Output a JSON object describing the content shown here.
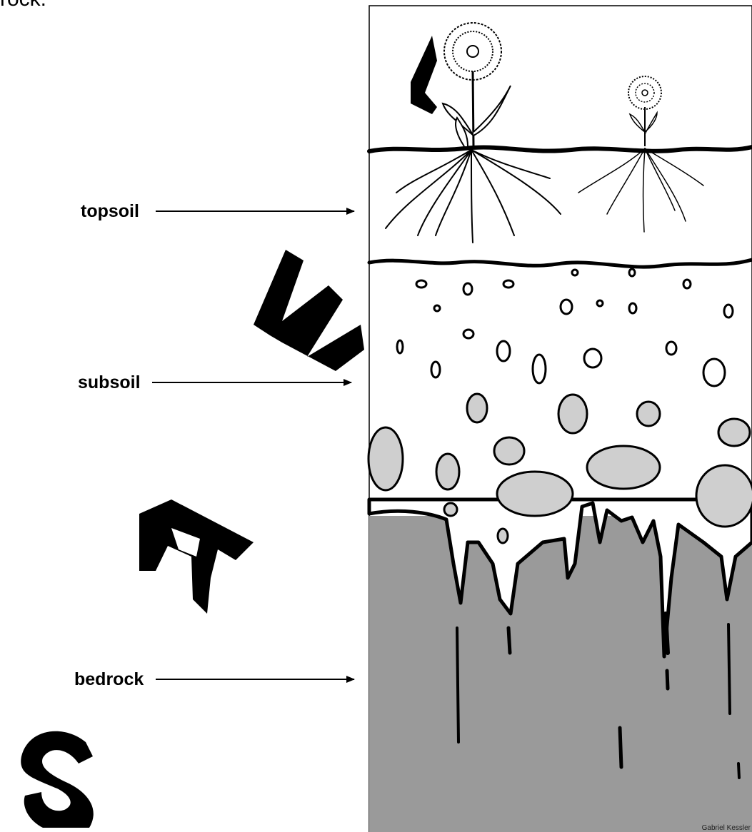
{
  "header": {
    "fragment_text": "rock."
  },
  "layers": [
    {
      "label": "topsoil"
    },
    {
      "label": "subsoil"
    },
    {
      "label": "bedrock"
    }
  ],
  "watermark": {
    "letters": [
      "S",
      "A",
      "M",
      "P"
    ],
    "color": "#000000"
  },
  "credit": "Gabriel Kessler",
  "colors": {
    "topsoil": "#ffffff",
    "subsoil": "#ffffff",
    "bedrock": "#9a9a9a",
    "rock": "#cfcfcf",
    "outline": "#000000"
  }
}
